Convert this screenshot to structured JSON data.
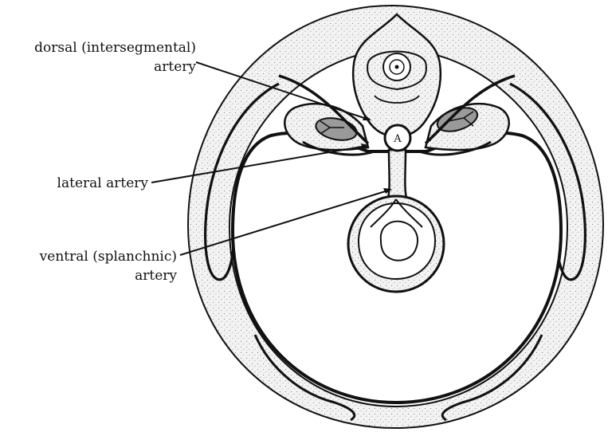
{
  "labels": {
    "dorsal_line1": "dorsal (intersegmental)",
    "dorsal_line2": "artery",
    "lateral": "lateral artery",
    "ventral_line1": "ventral (splanchnic)",
    "ventral_line2": "artery",
    "aorta_marker": "A"
  },
  "colors": {
    "ink": "#111111",
    "stipple_fill": "#f1f1f1",
    "organ_fill": "#9a9a9a",
    "background": "#ffffff"
  }
}
